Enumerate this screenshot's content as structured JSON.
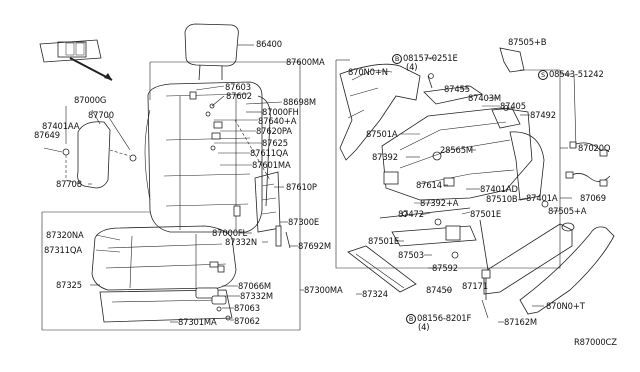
{
  "diagram": {
    "labels": [
      {
        "id": "86400",
        "text": "86400"
      },
      {
        "id": "87600MA",
        "text": "87600MA"
      },
      {
        "id": "87603",
        "text": "87603"
      },
      {
        "id": "87602",
        "text": "87602"
      },
      {
        "id": "88698M",
        "text": "88698M"
      },
      {
        "id": "87000FH",
        "text": "87000FH"
      },
      {
        "id": "87640A",
        "text": "87640+A"
      },
      {
        "id": "87620PA",
        "text": "87620PA"
      },
      {
        "id": "87625",
        "text": "87625"
      },
      {
        "id": "87611QA",
        "text": "87611QA"
      },
      {
        "id": "87601MA",
        "text": "87601MA"
      },
      {
        "id": "87610P",
        "text": "87610P"
      },
      {
        "id": "87300E",
        "text": "87300E"
      },
      {
        "id": "87000FL",
        "text": "87000FL"
      },
      {
        "id": "87332N",
        "text": "87332N"
      },
      {
        "id": "87692M",
        "text": "87692M"
      },
      {
        "id": "87000G",
        "text": "87000G"
      },
      {
        "id": "87700",
        "text": "87700"
      },
      {
        "id": "87401AA",
        "text": "87401AA"
      },
      {
        "id": "87649",
        "text": "87649"
      },
      {
        "id": "87708",
        "text": "87708"
      },
      {
        "id": "87320NA",
        "text": "87320NA"
      },
      {
        "id": "87311QA",
        "text": "87311QA"
      },
      {
        "id": "87325",
        "text": "87325"
      },
      {
        "id": "87066M",
        "text": "87066M"
      },
      {
        "id": "87332M",
        "text": "87332M"
      },
      {
        "id": "87063",
        "text": "87063"
      },
      {
        "id": "87062",
        "text": "87062"
      },
      {
        "id": "87301MA",
        "text": "87301MA"
      },
      {
        "id": "87300MA",
        "text": "87300MA"
      },
      {
        "id": "870N0N",
        "text": "870N0+N"
      },
      {
        "id": "08157",
        "text": "08157-0251E"
      },
      {
        "id": "08157q",
        "text": "(4)"
      },
      {
        "id": "87505B",
        "text": "87505+B"
      },
      {
        "id": "08543",
        "text": "08543-51242"
      },
      {
        "id": "87455",
        "text": "87455"
      },
      {
        "id": "87403M",
        "text": "87403M"
      },
      {
        "id": "87405",
        "text": "87405"
      },
      {
        "id": "87492",
        "text": "87492"
      },
      {
        "id": "87501A",
        "text": "87501A"
      },
      {
        "id": "28565M",
        "text": "28565M"
      },
      {
        "id": "87020Q",
        "text": "87020Q"
      },
      {
        "id": "87392",
        "text": "87392"
      },
      {
        "id": "87614",
        "text": "87614"
      },
      {
        "id": "87401AD",
        "text": "87401AD"
      },
      {
        "id": "87392A",
        "text": "87392+A"
      },
      {
        "id": "87510B",
        "text": "87510B"
      },
      {
        "id": "87401A",
        "text": "87401A"
      },
      {
        "id": "87069",
        "text": "87069"
      },
      {
        "id": "87472",
        "text": "87472"
      },
      {
        "id": "87501E",
        "text": "87501E"
      },
      {
        "id": "87505A",
        "text": "87505+A"
      },
      {
        "id": "87501E2",
        "text": "87501E"
      },
      {
        "id": "87503",
        "text": "87503"
      },
      {
        "id": "87592",
        "text": "87592"
      },
      {
        "id": "87324",
        "text": "87324"
      },
      {
        "id": "87450",
        "text": "87450"
      },
      {
        "id": "87171",
        "text": "87171"
      },
      {
        "id": "870N0T",
        "text": "870N0+T"
      },
      {
        "id": "08156",
        "text": "08156-8201F"
      },
      {
        "id": "08156q",
        "text": "(4)"
      },
      {
        "id": "87162M",
        "text": "87162M"
      },
      {
        "id": "R87000CZ",
        "text": "R87000CZ"
      }
    ],
    "circle_marks": {
      "B": "B",
      "S": "S"
    }
  }
}
